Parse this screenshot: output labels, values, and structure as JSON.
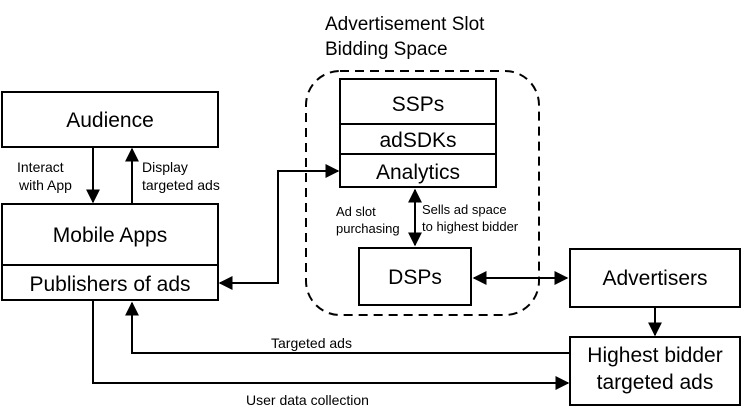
{
  "title": {
    "line1": "Advertisement Slot",
    "line2": "Bidding Space"
  },
  "nodes": {
    "audience": "Audience",
    "mobile_apps": "Mobile Apps",
    "publishers": "Publishers of ads",
    "ssps": "SSPs",
    "adsdks": "adSDKs",
    "analytics": "Analytics",
    "dsps": "DSPs",
    "advertisers": "Advertisers",
    "highest_bidder_line1": "Highest bidder",
    "highest_bidder_line2": "targeted ads"
  },
  "edges": {
    "interact_line1": "Interact",
    "interact_line2": "with App",
    "display_line1": "Display",
    "display_line2": "targeted ads",
    "ad_slot_line1": "Ad slot",
    "ad_slot_line2": "purchasing",
    "sells_line1": "Sells ad space",
    "sells_line2": "to highest bidder",
    "targeted_ads": "Targeted ads",
    "user_data": "User data collection"
  }
}
